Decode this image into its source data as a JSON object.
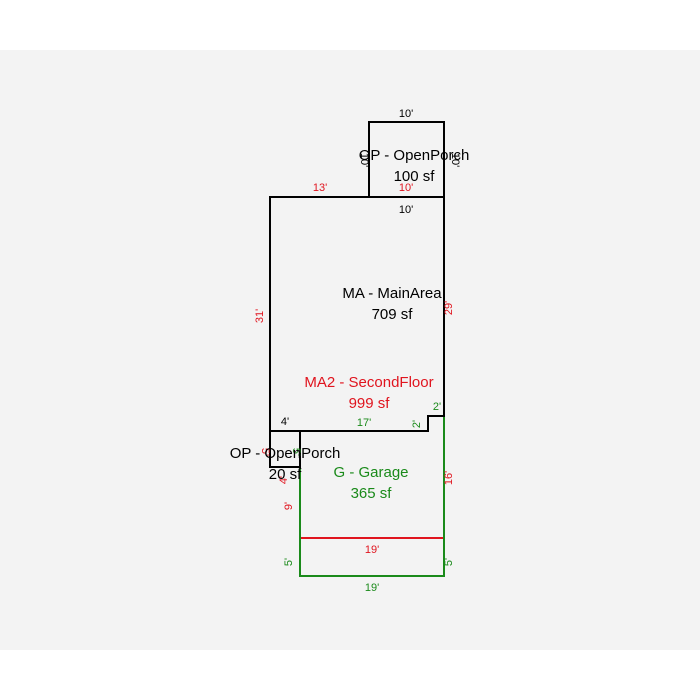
{
  "colors": {
    "black": "#000000",
    "red": "#e0141e",
    "green": "#1a8a1a",
    "panel": "#f3f3f3"
  },
  "areas": {
    "op_top": {
      "name": "OP - OpenPorch",
      "sf": "100 sf"
    },
    "main": {
      "name": "MA - MainArea",
      "sf": "709 sf"
    },
    "second": {
      "name": "MA2 - SecondFloor",
      "sf": "999 sf"
    },
    "op_small": {
      "name": "OP - OpenPorch",
      "sf": "20 sf"
    },
    "garage": {
      "name": "G - Garage",
      "sf": "365 sf"
    }
  },
  "dims": {
    "op_top_top": "10'",
    "op_top_left": "10'",
    "op_top_right": "10'",
    "op_top_bottom": "10'",
    "main_top_left": "13'",
    "main_top_inner": "10'",
    "main_left": "31'",
    "main_right": "29'",
    "step_vertical": "2'",
    "step_horizontal": "2'",
    "main_bottom": "17'",
    "op_small_top": "4'",
    "op_small_left": "5'",
    "op_small_right": "5'",
    "op_small_bottom": "4'",
    "garage_right": "16'",
    "garage_left": "9'",
    "garage_inner": "19'",
    "garage_left_low": "5'",
    "garage_right_low": "5'",
    "garage_bottom": "19'"
  }
}
